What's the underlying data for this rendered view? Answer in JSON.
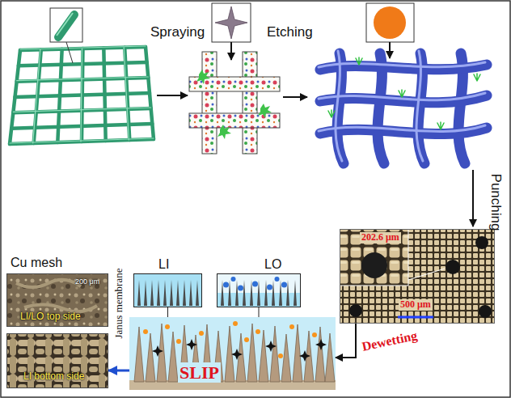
{
  "diagram": {
    "nodes": [
      {
        "text": [
          "202.6 μm",
          "500 μm"
        ]
      },
      {
        "text": [
          "Cu mesh",
          "200 μm",
          "LI/LO top side"
        ]
      },
      {
        "text": [
          "LI bottom side"
        ]
      },
      {
        "text": [
          "LI"
        ]
      },
      {
        "text": [
          "LO"
        ]
      },
      {
        "text": [
          "SLIP"
        ]
      }
    ],
    "edges": [
      {
        "from": 0,
        "to": 5,
        "arrow": "to",
        "label": "Dewetting"
      },
      {
        "from": 5,
        "to": 2,
        "arrow": "to"
      },
      {
        "from": 3,
        "to": 5,
        "arrow": "none"
      },
      {
        "from": 4,
        "to": 5,
        "arrow": "none"
      }
    ],
    "labels": [
      "Spraying",
      "Etching",
      "Punching",
      "Janus membrane"
    ]
  }
}
